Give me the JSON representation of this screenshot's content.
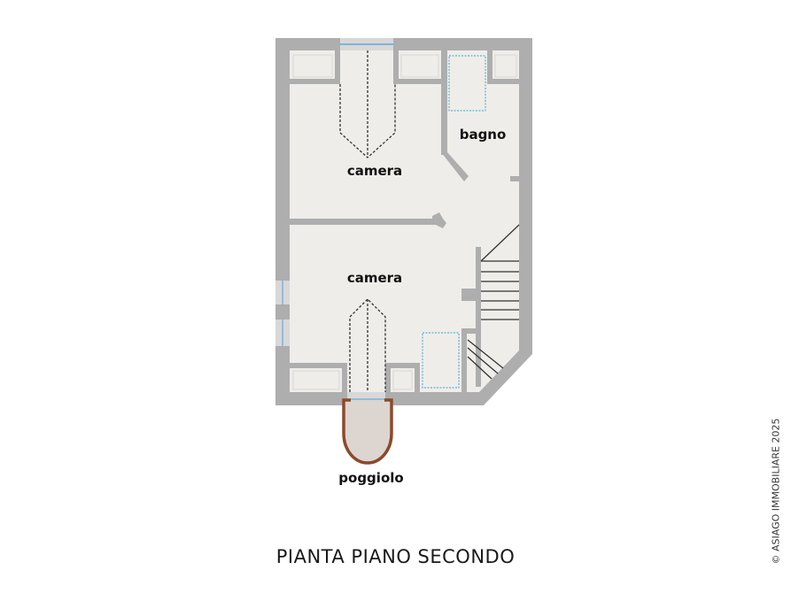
{
  "plan": {
    "title": "PIANTA PIANO SECONDO",
    "copyright": "© ASIAGO IMMOBILIARE 2025",
    "rooms": [
      {
        "id": "camera-top",
        "label": "camera"
      },
      {
        "id": "bagno",
        "label": "bagno"
      },
      {
        "id": "camera-bottom",
        "label": "camera"
      },
      {
        "id": "poggiolo",
        "label": "poggiolo"
      }
    ],
    "colors": {
      "wall": "#aeaeae",
      "floor": "#efede9",
      "window_glass": "#7fb3d5",
      "balcony_rail": "#8b4a2b",
      "balcony_floor": "#ddd5d0",
      "fixture_outline": "#58b4d9",
      "stair_line": "#333333"
    }
  }
}
